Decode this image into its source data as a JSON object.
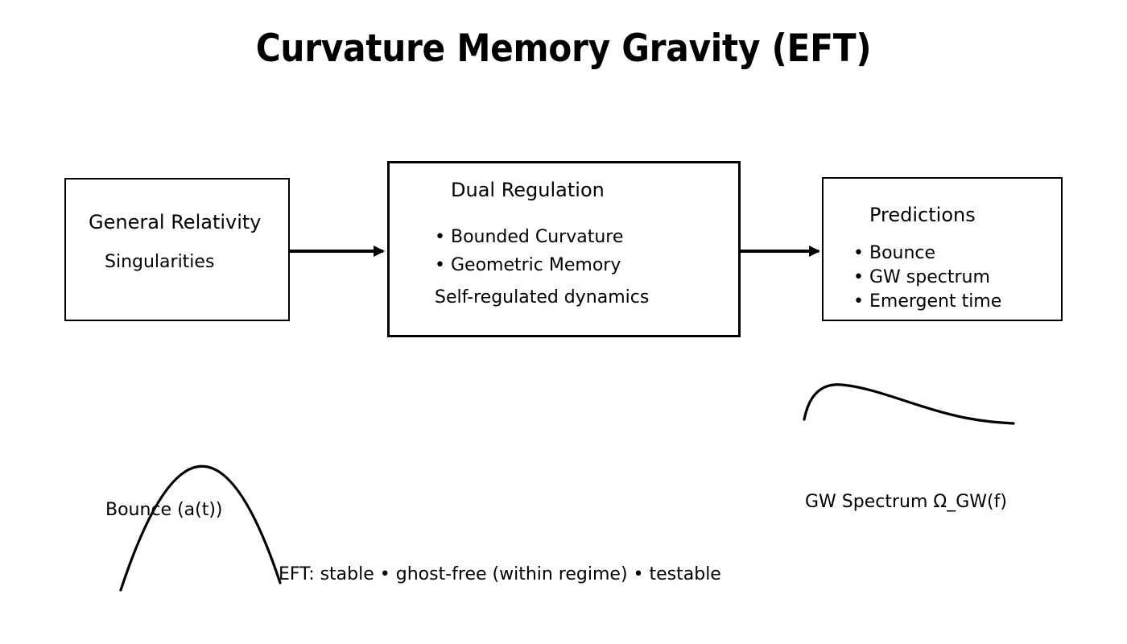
{
  "page": {
    "title": "Curvature Memory Gravity (EFT)",
    "background_color": "#ffffff",
    "stroke_color": "#000000"
  },
  "diagram": {
    "nodes": [
      {
        "id": "general-relativity",
        "title": "General Relativity",
        "lines": [
          "Singularities"
        ],
        "bullets": []
      },
      {
        "id": "dual-regulation",
        "title": "Dual Regulation",
        "bullets": [
          "Bounded Curvature",
          "Geometric Memory"
        ],
        "lines": [
          "Self-regulated dynamics"
        ]
      },
      {
        "id": "predictions",
        "title": "Predictions",
        "bullets": [
          "Bounce",
          "GW spectrum",
          "Emergent time"
        ],
        "lines": []
      }
    ],
    "arrows": [
      {
        "id": "arrow-gr-to-dual",
        "from": "general-relativity",
        "to": "dual-regulation"
      },
      {
        "id": "arrow-dual-to-predictions",
        "from": "dual-regulation",
        "to": "predictions"
      }
    ]
  },
  "figures": {
    "bounce": {
      "caption": "Bounce (a(t))"
    },
    "gw_spectrum": {
      "caption": "GW Spectrum Ω_GW(f)"
    }
  },
  "footer": {
    "note": "EFT: stable • ghost-free (within regime) • testable"
  },
  "bullet_glyph": "•"
}
